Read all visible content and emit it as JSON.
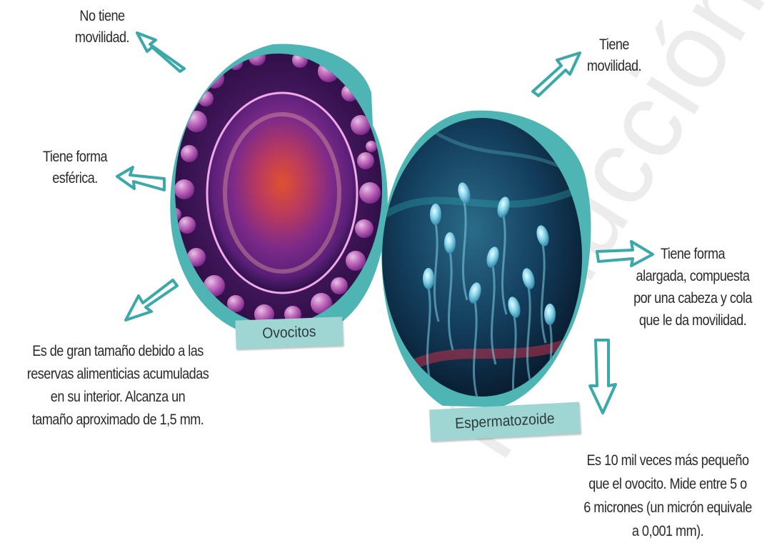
{
  "watermark": "producción",
  "colors": {
    "teal": "#4fb5b4",
    "tag_bg": "#9fd6d4",
    "text": "#2a2a2a"
  },
  "ovocito": {
    "tag": "Ovocitos",
    "label_movilidad": [
      "No tiene",
      "movilidad."
    ],
    "label_forma": [
      "Tiene forma",
      "esférica."
    ],
    "label_tamano": [
      "Es de gran tamaño debido a las",
      "reservas alimenticias acumuladas",
      "en su interior. Alcanza un",
      "tamaño aproximado de 1,5 mm."
    ]
  },
  "espermatozoide": {
    "tag": "Espermatozoide",
    "label_movilidad": [
      "Tiene",
      "movilidad."
    ],
    "label_forma": [
      "Tiene forma",
      "alargada, compuesta",
      "por una cabeza y cola",
      "que le da movilidad."
    ],
    "label_tamano": [
      "Es 10 mil veces más pequeño",
      "que el ovocito. Mide entre 5 o",
      "6 micrones (un micrón equivale",
      "a 0,001 mm)."
    ]
  }
}
